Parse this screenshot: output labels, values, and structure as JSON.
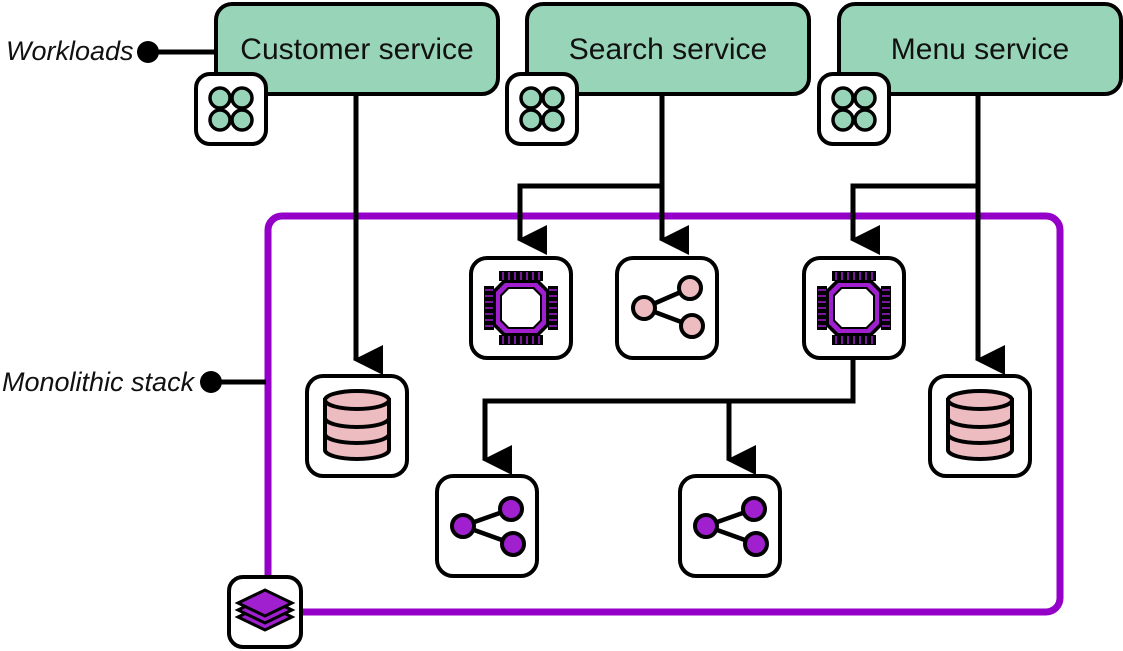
{
  "labels": {
    "workloads": "Workloads",
    "monolithic_stack": "Monolithic stack"
  },
  "services": [
    {
      "name": "Customer service"
    },
    {
      "name": "Search service"
    },
    {
      "name": "Menu service"
    }
  ],
  "colors": {
    "service_fill": "#98d4b8",
    "stack_border": "#9400c8",
    "database_fill": "#ecbcc0",
    "network_pink": "#ecbcc0",
    "network_purple": "#a020d0",
    "chip_purple": "#a020d0",
    "outline": "#000000"
  },
  "components": {
    "icons": [
      "service-grid-icon",
      "cpu-chip-icon",
      "share-network-icon",
      "database-icon",
      "layers-icon"
    ]
  }
}
